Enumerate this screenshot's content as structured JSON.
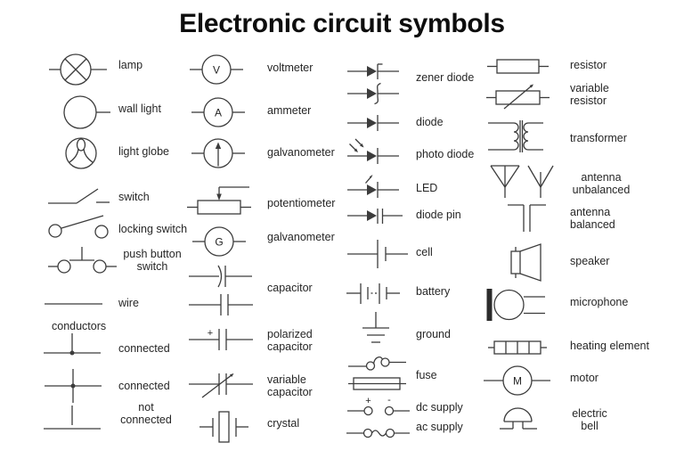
{
  "title": "Electronic circuit symbols",
  "labels": {
    "col1": {
      "lamp": "lamp",
      "wall_light": "wall light",
      "light_globe": "light globe",
      "switch": "switch",
      "locking_switch": "locking switch",
      "push_button_switch": "push button\nswitch",
      "wire": "wire",
      "conductors": "conductors",
      "connected1": "connected",
      "connected2": "connected",
      "not_connected": "not\nconnected"
    },
    "col2": {
      "voltmeter": "voltmeter",
      "ammeter": "ammeter",
      "galvanometer1": "galvanometer",
      "potentiometer": "potentiometer",
      "galvanometer2": "galvanometer",
      "capacitor": "capacitor",
      "polarized_capacitor": "polarized\ncapacitor",
      "variable_capacitor": "variable\ncapacitor",
      "crystal": "crystal"
    },
    "col3": {
      "zener_diode": "zener diode",
      "diode": "diode",
      "photo_diode": "photo diode",
      "led": "LED",
      "diode_pin": "diode pin",
      "cell": "cell",
      "battery": "battery",
      "ground": "ground",
      "fuse": "fuse",
      "dc_supply": "dc supply",
      "ac_supply": "ac supply"
    },
    "col4": {
      "resistor": "resistor",
      "variable_resistor": "variable\nresistor",
      "transformer": "transformer",
      "antenna_unbalanced": "antenna\nunbalanced",
      "antenna_balanced": "antenna\nbalanced",
      "speaker": "speaker",
      "microphone": "microphone",
      "heating_element": "heating element",
      "motor": "motor",
      "electric_bell": "electric\nbell"
    }
  },
  "meter_letters": {
    "voltmeter": "V",
    "ammeter": "A",
    "galvanometer": "G",
    "motor": "M"
  },
  "signs": {
    "polarized_plus": "+",
    "dc_plus": "+",
    "dc_minus": "-"
  },
  "colors": {
    "ink": "#3c3c3c",
    "text": "#262626",
    "background": "#ffffff"
  }
}
